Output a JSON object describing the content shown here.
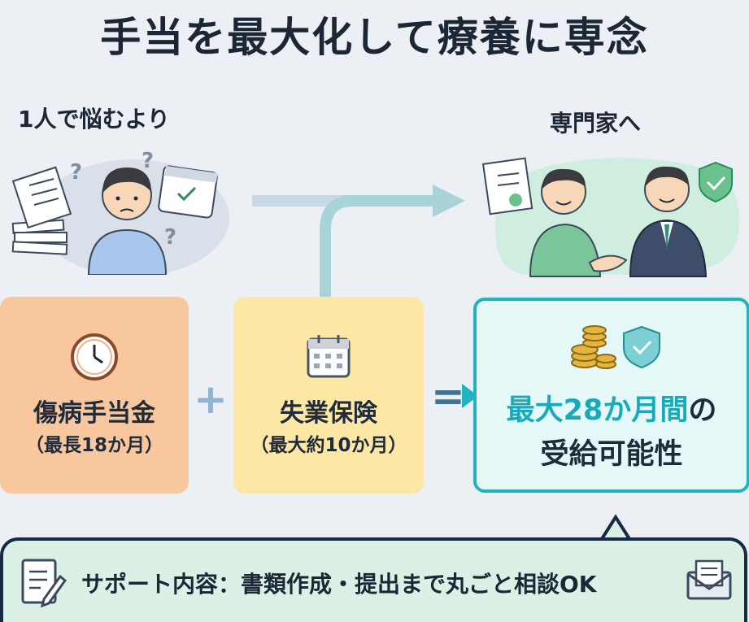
{
  "title": "手当を最大化して療養に専念",
  "left_caption": "1人で悩むより",
  "right_caption": "専門家へ",
  "card_sickness": {
    "name": "傷病手当金",
    "note": "（最長18か月）"
  },
  "operator_plus": "+",
  "card_unemployment": {
    "name": "失業保険",
    "note": "（最大約10か月）"
  },
  "operator_equals": "=",
  "result": {
    "highlight": "最大28か月間",
    "tail": "の",
    "line2": "受給可能性"
  },
  "banner": {
    "text": "サポート内容：書類作成・提出まで丸ごと相談OK"
  },
  "icons": [
    "worried-person-icon",
    "question-mark-icon",
    "calendar-icon",
    "paper-stack-icon",
    "handshake-icon",
    "shield-check-icon",
    "clock-icon",
    "coin-stack-icon",
    "document-pen-icon",
    "envelope-icon"
  ],
  "colors": {
    "accent": "#17aab8",
    "sickness_card": "#f8c79e",
    "unemployment_card": "#fce7a4",
    "result_card": "#e4f8f8",
    "banner": "#dcf1e6",
    "arrow": "#a8d3d8"
  }
}
